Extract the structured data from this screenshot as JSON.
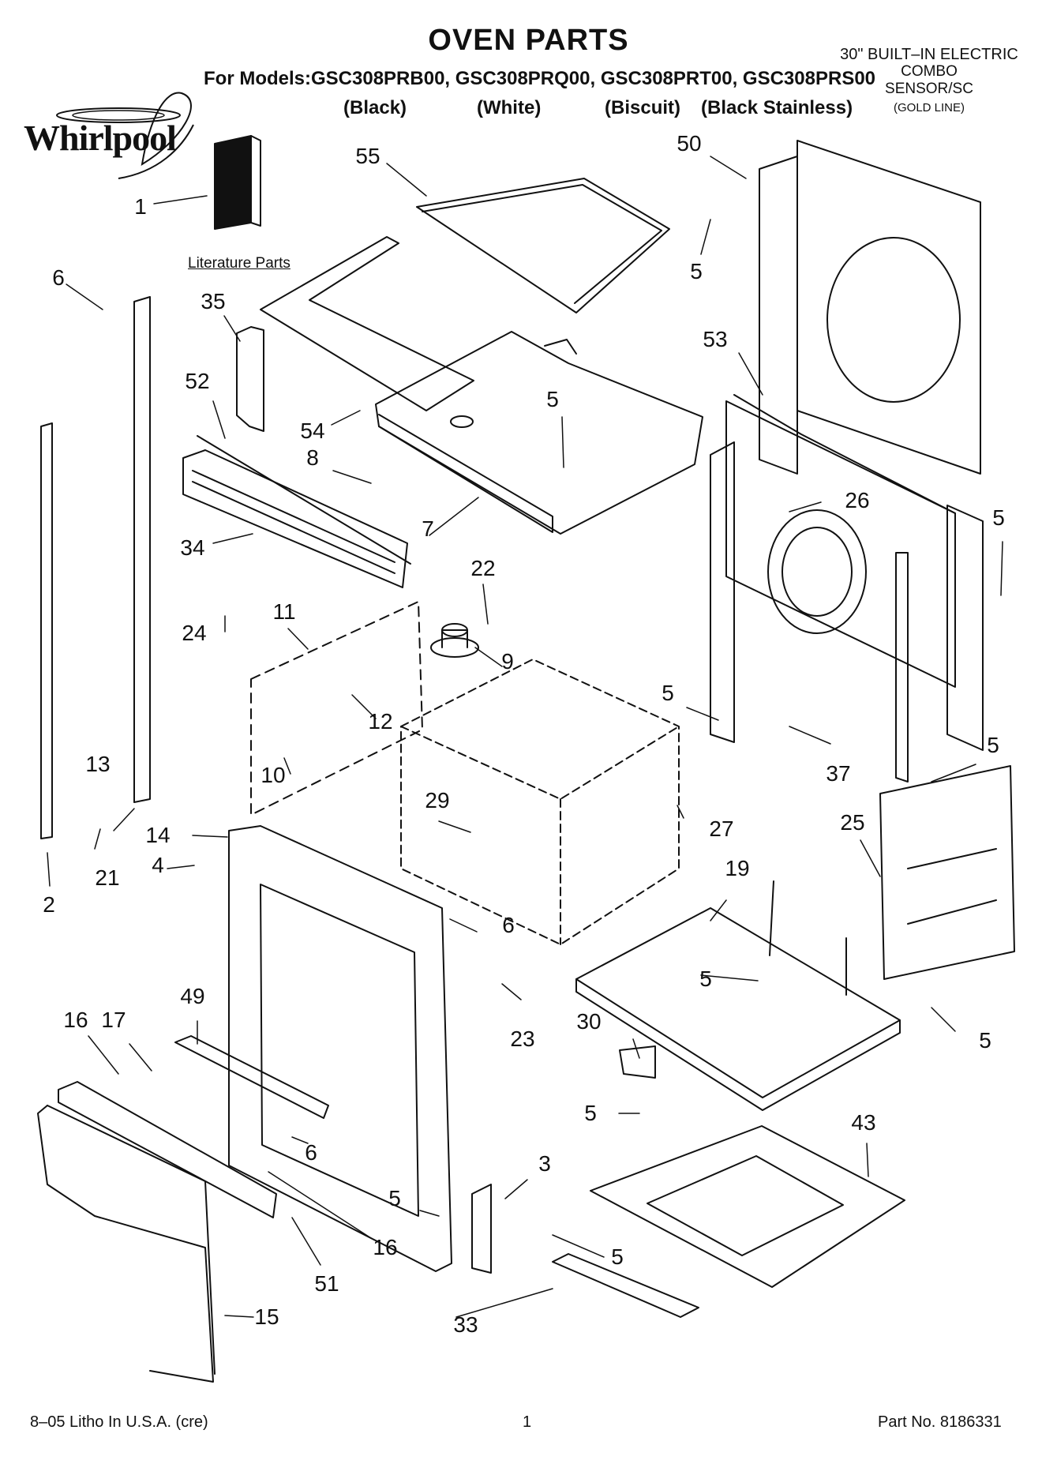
{
  "header": {
    "title": "OVEN PARTS",
    "models_line": "For Models:GSC308PRB00, GSC308PRQ00, GSC308PRT00, GSC308PRS00",
    "colors": [
      "(Black)",
      "(White)",
      "(Biscuit)",
      "(Black Stainless)"
    ],
    "product_lines": [
      "30\" BUILT–IN ELECTRIC",
      "COMBO",
      "SENSOR/SC",
      "(GOLD LINE)"
    ],
    "brand": "Whirlpool"
  },
  "literature_label": "Literature Parts",
  "callouts": [
    "1",
    "55",
    "50",
    "5",
    "6",
    "35",
    "53",
    "52",
    "5",
    "54",
    "8",
    "7",
    "26",
    "5",
    "34",
    "22",
    "24",
    "11",
    "9",
    "12",
    "5",
    "10",
    "37",
    "5",
    "13",
    "29",
    "27",
    "25",
    "14",
    "21",
    "4",
    "2",
    "19",
    "6",
    "5",
    "49",
    "30",
    "23",
    "5",
    "16",
    "17",
    "6",
    "5",
    "43",
    "3",
    "16",
    "51",
    "5",
    "5",
    "15",
    "33"
  ],
  "footer": {
    "left": "8–05 Litho In U.S.A. (cre)",
    "center": "1",
    "right": "Part No. 8186331"
  }
}
